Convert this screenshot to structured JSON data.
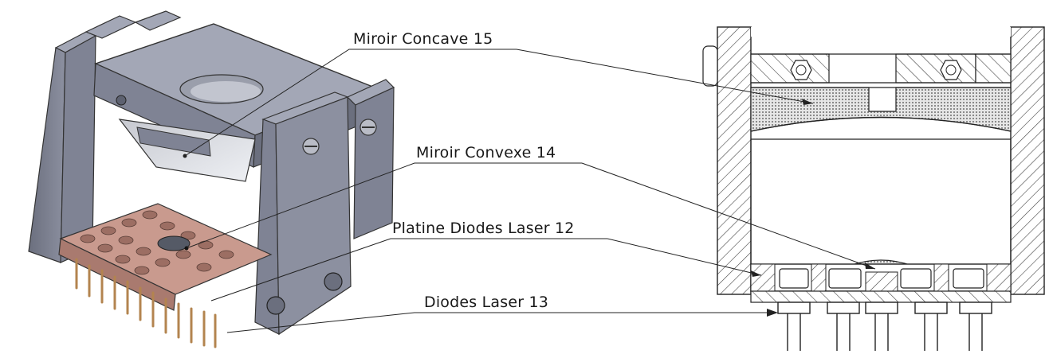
{
  "labels": {
    "concave": "Miroir Concave 15",
    "convexe": "Miroir Convexe 14",
    "platine": "Platine Diodes Laser 12",
    "diodes": "Diodes Laser 13"
  },
  "colors": {
    "body_grey": "#7f8394",
    "body_light": "#a3a7b6",
    "body_dark": "#5d6170",
    "platine_pink": "#c99a8e",
    "mirror_silver": "#d4d6dc",
    "pins_gold": "#b3844f",
    "line": "#222222"
  }
}
